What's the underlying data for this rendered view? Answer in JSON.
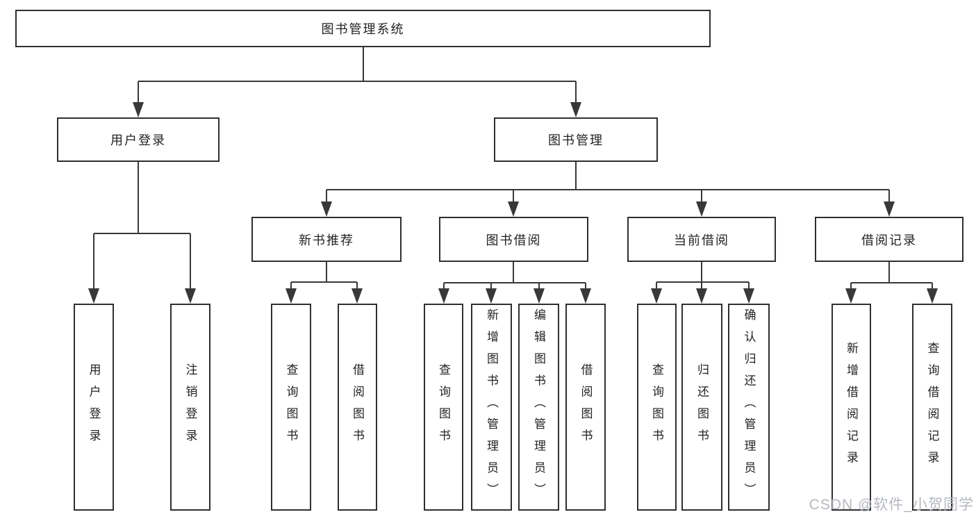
{
  "tree": {
    "root": "图书管理系统",
    "branches": [
      {
        "label": "用户登录",
        "leaves": [
          "用户登录",
          "注销登录"
        ]
      },
      {
        "label": "图书管理",
        "groups": [
          {
            "label": "新书推荐",
            "leaves": [
              "查询图书",
              "借阅图书"
            ]
          },
          {
            "label": "图书借阅",
            "leaves": [
              "查询图书",
              "新增图书（管理员）",
              "编辑图书（管理员）",
              "借阅图书"
            ]
          },
          {
            "label": "当前借阅",
            "leaves": [
              "查询图书",
              "归还图书",
              "确认归还（管理员）"
            ]
          },
          {
            "label": "借阅记录",
            "leaves": [
              "新增借阅记录",
              "查询借阅记录"
            ]
          }
        ]
      }
    ]
  },
  "watermark": "CSDN @软件_小贺同学",
  "colors": {
    "line": "#383838",
    "box_border": "#2f2f2f",
    "text": "#232323",
    "background": "#ffffff",
    "watermark": "#b4b8bf"
  }
}
